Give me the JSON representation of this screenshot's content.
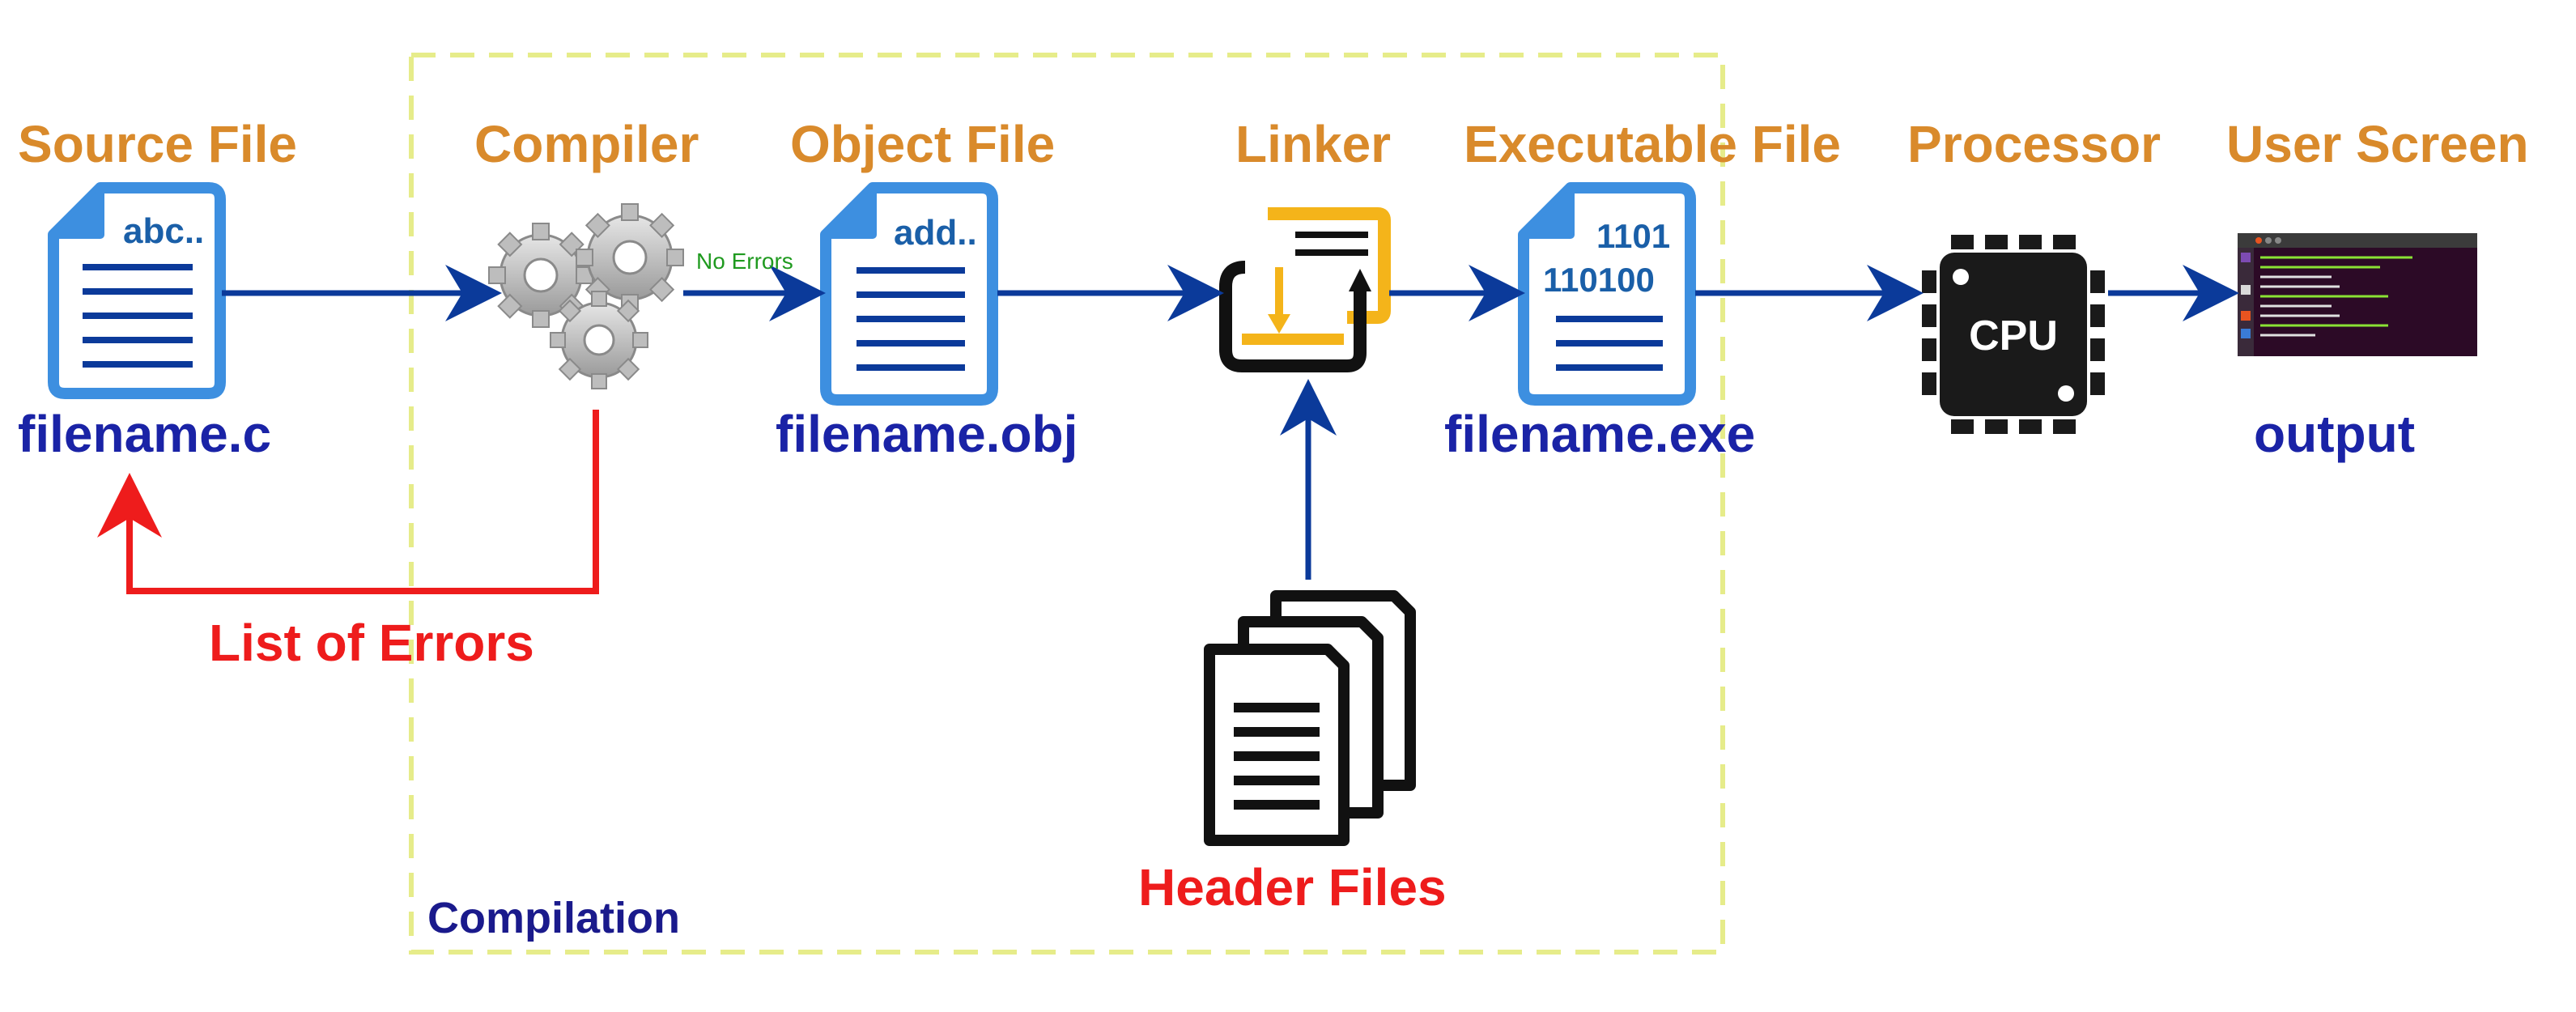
{
  "stages": {
    "source": {
      "title": "Source File",
      "filename": "filename.c",
      "doc_tag": "abc.."
    },
    "compiler": {
      "title": "Compiler"
    },
    "object": {
      "title": "Object File",
      "filename": "filename.obj",
      "doc_tag": "add.."
    },
    "linker": {
      "title": "Linker"
    },
    "executable": {
      "title": "Executable File",
      "filename": "filename.exe",
      "bin_line1": "1101",
      "bin_line2": "110100"
    },
    "processor": {
      "title": "Processor",
      "chip_label": "CPU"
    },
    "user_screen": {
      "title": "User Screen",
      "filename": "output"
    }
  },
  "edges": {
    "no_errors": "No Errors",
    "list_of_errors": "List of Errors"
  },
  "header_files": {
    "label": "Header Files"
  },
  "compilation_box": {
    "label": "Compilation"
  },
  "colors": {
    "title": "#d98a2b",
    "filename": "#1a23a6",
    "arrow": "#0b3a9a",
    "error": "#ee1c1c",
    "doc_border": "#3d8fe0",
    "compilation_border": "#e6ec8a",
    "linker_accent": "#f4b41a"
  }
}
